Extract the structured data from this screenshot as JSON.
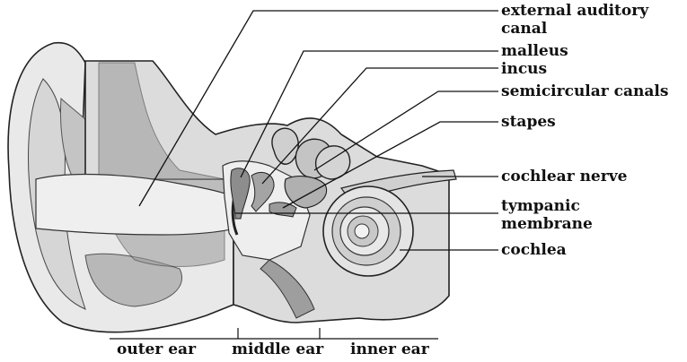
{
  "labels": {
    "external_auditory_canal_line1": "external auditory",
    "external_auditory_canal_line2": "canal",
    "malleus": "malleus",
    "incus": "incus",
    "semicircular_canals": "semicircular canals",
    "stapes": "stapes",
    "cochlear_nerve": "cochlear nerve",
    "tympanic_membrane_line1": "tympanic",
    "tympanic_membrane_line2": "membrane",
    "cochlea": "cochlea"
  },
  "regions": {
    "outer_ear": "outer ear",
    "middle_ear": "middle ear",
    "inner_ear": "inner ear"
  }
}
